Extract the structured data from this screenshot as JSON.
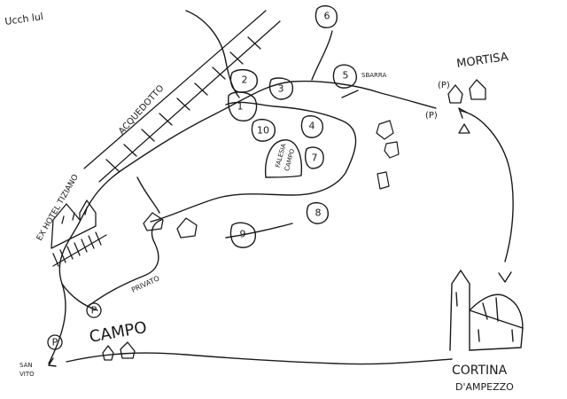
{
  "labels": {
    "signature": "Ucch lul",
    "acquedotto": "ACQUEDOTTO",
    "ex_hotel": "EX HOTEL TIZIANO",
    "mortisa": "MORTISA",
    "sbarra": "SBARRA",
    "falesia_campo_line1": "FALESIA",
    "falesia_campo_line2": "CAMPO",
    "privato": "PRIVATO",
    "campo": "CAMPO",
    "san_vito_line1": "SAN",
    "san_vito_line2": "VITO",
    "cortina_line1": "CORTINA",
    "cortina_line2": "D'AMPEZZO"
  },
  "parking": {
    "symbol": "P",
    "mortisa_1": "(P)",
    "mortisa_2": "(P)",
    "campo_p": "P",
    "san_vito_p": "P"
  },
  "sectors": [
    "1",
    "2",
    "3",
    "4",
    "5",
    "6",
    "7",
    "8",
    "9",
    "10"
  ],
  "colors": {
    "ink": "#1a1a1a",
    "paper": "#ffffff"
  }
}
